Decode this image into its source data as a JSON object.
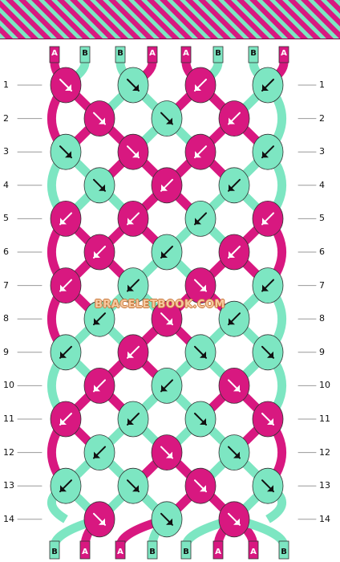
{
  "colors": {
    "a": "#d81880",
    "b": "#7de6c2",
    "outline": "#333333",
    "arrow": "#111111",
    "arrow_on_dark": "#ffffff"
  },
  "strands_top": [
    "A",
    "B",
    "B",
    "A",
    "A",
    "B",
    "B",
    "A"
  ],
  "strands_bottom": [
    "B",
    "A",
    "A",
    "B",
    "B",
    "A",
    "A",
    "B"
  ],
  "rows": [
    {
      "label": "1",
      "knots": [
        {
          "c": "a",
          "d": "dr"
        },
        {
          "c": "b",
          "d": "dr"
        },
        {
          "c": "a",
          "d": "dl"
        },
        {
          "c": "b",
          "d": "dl"
        }
      ]
    },
    {
      "label": "2",
      "knots": [
        {
          "c": "a",
          "d": "dr"
        },
        {
          "c": "b",
          "d": "dr"
        },
        {
          "c": "a",
          "d": "dl"
        }
      ]
    },
    {
      "label": "3",
      "knots": [
        {
          "c": "b",
          "d": "dr"
        },
        {
          "c": "a",
          "d": "dr"
        },
        {
          "c": "a",
          "d": "dl"
        },
        {
          "c": "b",
          "d": "dl"
        }
      ]
    },
    {
      "label": "4",
      "knots": [
        {
          "c": "b",
          "d": "dr"
        },
        {
          "c": "a",
          "d": "dl"
        },
        {
          "c": "b",
          "d": "dl"
        }
      ]
    },
    {
      "label": "5",
      "knots": [
        {
          "c": "a",
          "d": "dl"
        },
        {
          "c": "a",
          "d": "dl"
        },
        {
          "c": "b",
          "d": "dl"
        },
        {
          "c": "a",
          "d": "dl"
        }
      ]
    },
    {
      "label": "6",
      "knots": [
        {
          "c": "a",
          "d": "dl"
        },
        {
          "c": "b",
          "d": "dl"
        },
        {
          "c": "a",
          "d": "dl"
        }
      ]
    },
    {
      "label": "7",
      "knots": [
        {
          "c": "a",
          "d": "dl"
        },
        {
          "c": "b",
          "d": "dl"
        },
        {
          "c": "a",
          "d": "dr"
        },
        {
          "c": "b",
          "d": "dl"
        }
      ]
    },
    {
      "label": "8",
      "knots": [
        {
          "c": "b",
          "d": "dl"
        },
        {
          "c": "a",
          "d": "dr"
        },
        {
          "c": "b",
          "d": "dl"
        }
      ]
    },
    {
      "label": "9",
      "knots": [
        {
          "c": "b",
          "d": "dl"
        },
        {
          "c": "a",
          "d": "dl"
        },
        {
          "c": "b",
          "d": "dr"
        },
        {
          "c": "b",
          "d": "dr"
        }
      ]
    },
    {
      "label": "10",
      "knots": [
        {
          "c": "a",
          "d": "dl"
        },
        {
          "c": "b",
          "d": "dl"
        },
        {
          "c": "a",
          "d": "dr"
        }
      ]
    },
    {
      "label": "11",
      "knots": [
        {
          "c": "a",
          "d": "dl"
        },
        {
          "c": "b",
          "d": "dl"
        },
        {
          "c": "b",
          "d": "dr"
        },
        {
          "c": "a",
          "d": "dr"
        }
      ]
    },
    {
      "label": "12",
      "knots": [
        {
          "c": "b",
          "d": "dl"
        },
        {
          "c": "a",
          "d": "dr"
        },
        {
          "c": "b",
          "d": "dr"
        }
      ]
    },
    {
      "label": "13",
      "knots": [
        {
          "c": "b",
          "d": "dl"
        },
        {
          "c": "b",
          "d": "dr"
        },
        {
          "c": "a",
          "d": "dr"
        },
        {
          "c": "b",
          "d": "dr"
        }
      ]
    },
    {
      "label": "14",
      "knots": [
        {
          "c": "a",
          "d": "dr"
        },
        {
          "c": "b",
          "d": "dr"
        },
        {
          "c": "a",
          "d": "dr"
        }
      ]
    }
  ],
  "watermark": "BRACELETBOOK.COM"
}
